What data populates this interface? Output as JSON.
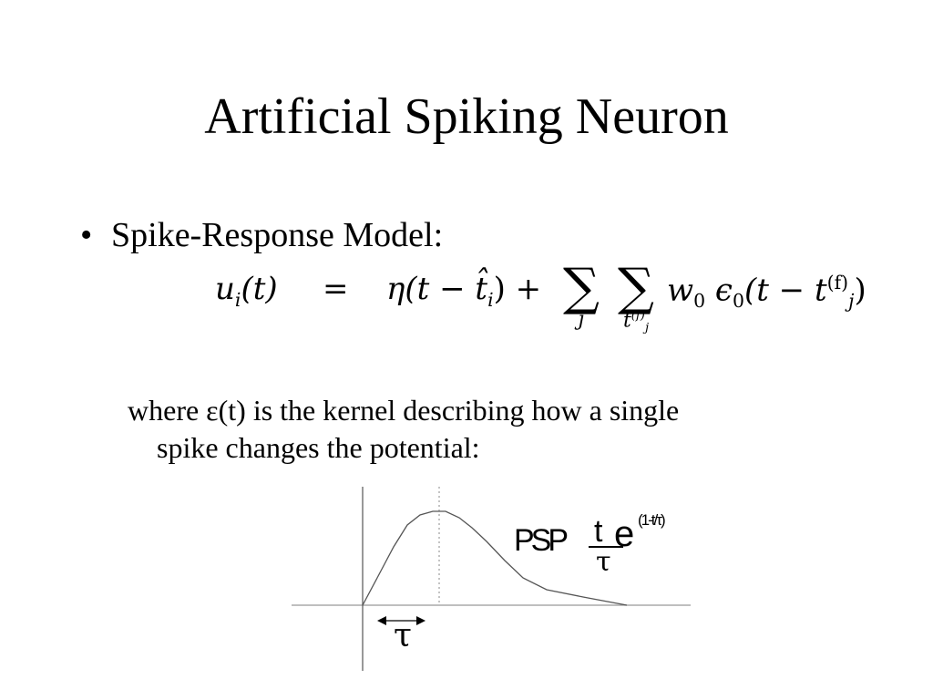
{
  "title": "Artificial Spiking Neuron",
  "bullet": {
    "symbol": "•",
    "text": "Spike-Response Model:"
  },
  "equation": {
    "lhs": "u",
    "lhs_sub": "i",
    "lhs_arg": "(t)",
    "equals": "=",
    "eta_term": "η(t − t̂",
    "eta_sub": "i",
    "eta_close": ") +",
    "sum_sign": "∑",
    "sum1_index": "j",
    "sum2_index": "t",
    "sum2_index_sup": "(f)",
    "sum2_index_sub": "j",
    "w": "w",
    "w_sub": "0",
    "eps": "ϵ",
    "eps_sub": "0",
    "eps_arg": "(t − t",
    "eps_arg_sup": "(f)",
    "eps_arg_sub": "j",
    "eps_close": ")"
  },
  "description": {
    "line1": "where ε(t) is the kernel describing how a single",
    "line2": "spike changes the potential:"
  },
  "kernel_graph": {
    "psp_label": "PSP",
    "t_numerator": "t",
    "tau_denominator": "τ",
    "e_label": "e",
    "exponent": "(1-t/τ)",
    "tau_marker": "τ"
  }
}
